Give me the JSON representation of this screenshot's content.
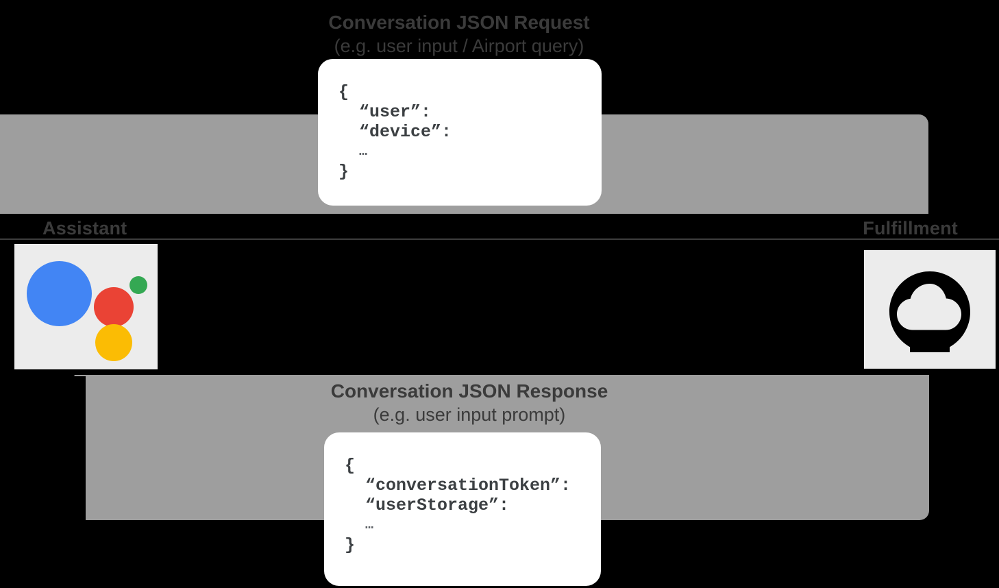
{
  "diagram": {
    "title": "Conversation JSON request/response flow between Assistant and Fulfillment",
    "colors": {
      "background": "#000000",
      "arrow_band": "#9e9e9e",
      "icon_tile": "#ececec",
      "label_text": "#3b3b3b",
      "card_background": "#ffffff",
      "code_text": "#3c4043",
      "google_blue": "#4285f4",
      "google_red": "#ea4335",
      "google_yellow": "#fbbc04",
      "google_green": "#34a853"
    }
  },
  "nodes": {
    "left": {
      "label": "Assistant",
      "icon": "google-assistant-icon"
    },
    "right": {
      "label": "Fulfillment",
      "icon": "cloud-functions-icon"
    }
  },
  "flows": {
    "request": {
      "direction": "left-to-right",
      "title": "Conversation JSON Request",
      "subtitle": "(e.g. user input / Airport query)"
    },
    "response": {
      "direction": "right-to-left",
      "title": "Conversation JSON Response",
      "subtitle": "(e.g. user input prompt)"
    }
  },
  "code_request": {
    "open_brace": "{",
    "key_1": "“user”:",
    "key_2": "“device”:",
    "ellipsis": "…",
    "close_brace": "}"
  },
  "code_response": {
    "open_brace": "{",
    "key_1": "“conversationToken”:",
    "key_2": "“userStorage”:",
    "ellipsis": "…",
    "close_brace": "}"
  }
}
